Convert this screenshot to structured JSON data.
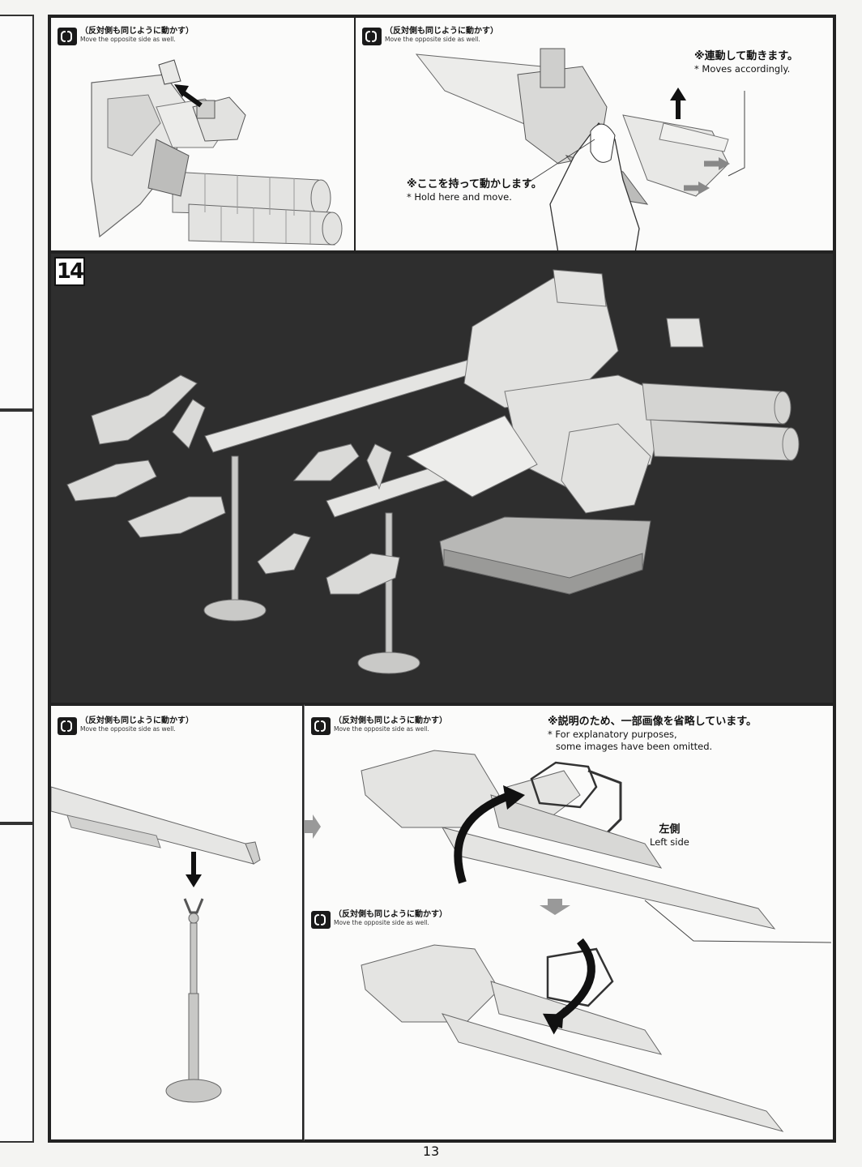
{
  "note_ja": "（反対側も同じように動かす）",
  "note_en": "Move the opposite side as well.",
  "moves_accordingly": {
    "ja": "※連動して動きます。",
    "en": "* Moves accordingly."
  },
  "hold_here": {
    "ja": "※ここを持って動かします。",
    "en": "* Hold here and move."
  },
  "step": "14",
  "omitted_note": {
    "ja": "※説明のため、一部画像を省略しています。",
    "en_line1": "* For explanatory purposes,",
    "en_line2": "some images have been omitted."
  },
  "left_side": {
    "ja": "左側",
    "en": "Left side"
  },
  "page_number": "13"
}
